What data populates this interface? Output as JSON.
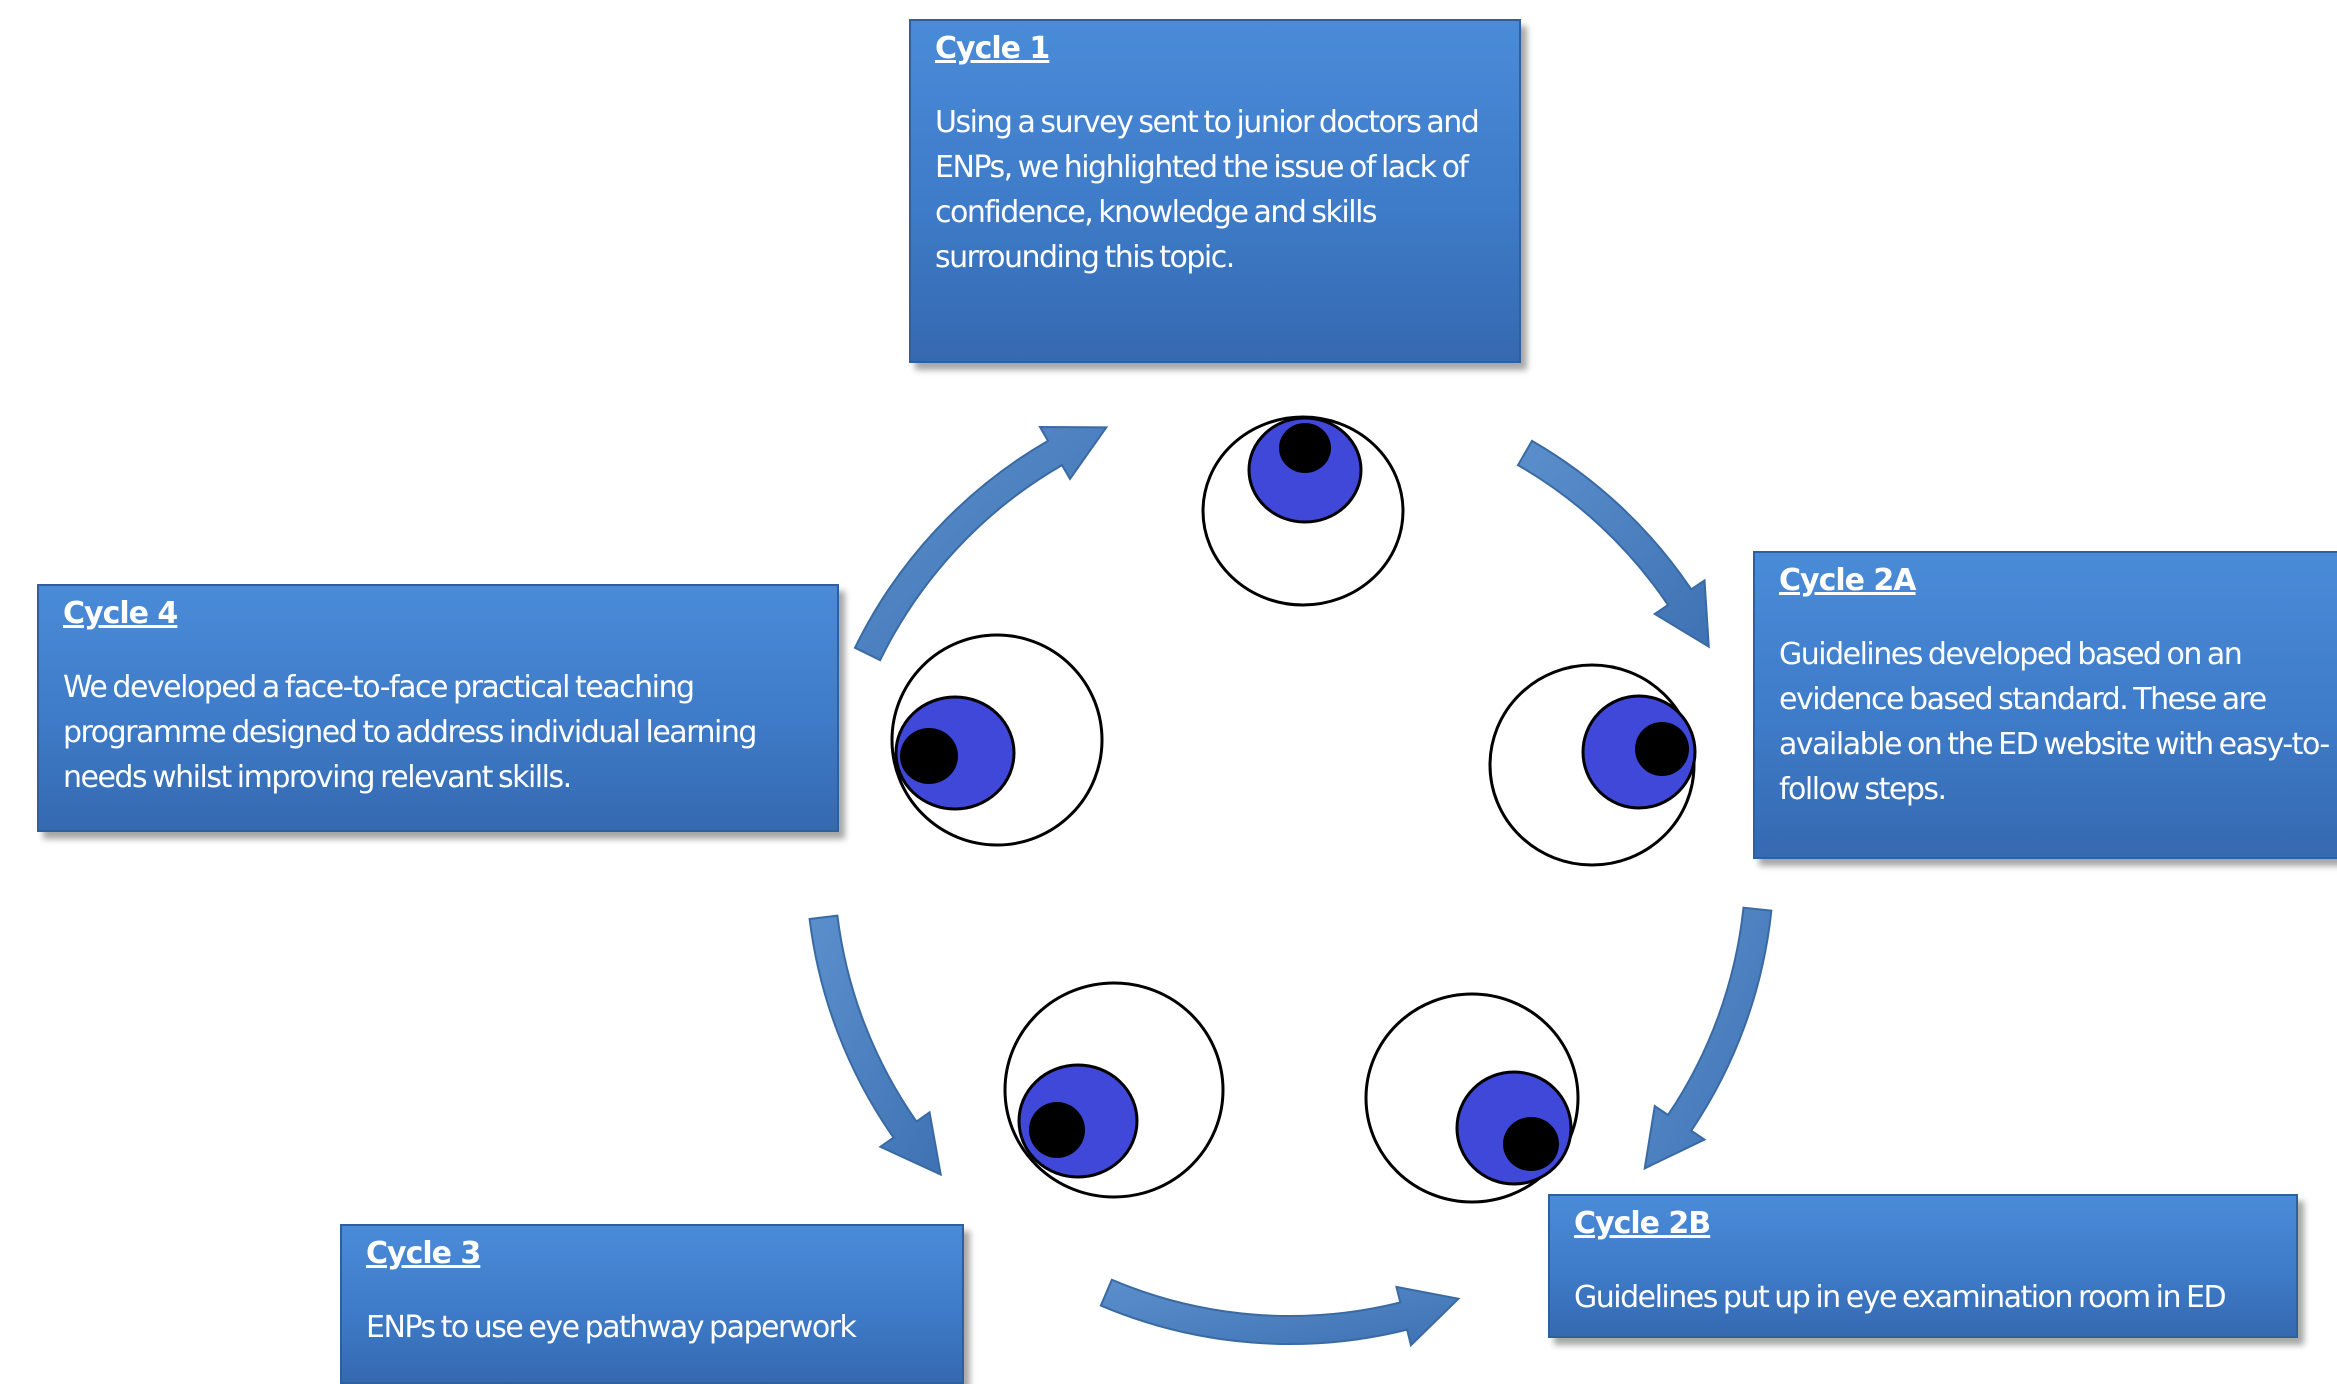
{
  "colors": {
    "box_fill": "#3e7bc8",
    "box_border": "#2e5f9e",
    "arrow_fill": "#4a7fbe",
    "arrow_stroke": "#3a6aa3",
    "iris": "#3f48d8",
    "pupil": "#000000",
    "eye_white": "#ffffff"
  },
  "icons": {
    "eye": "eye-icon",
    "arrow": "curved-arrow-icon"
  },
  "cycles": {
    "cycle_1": {
      "title": "Cycle 1",
      "text": "Using a survey sent to junior doctors and ENPs,  we highlighted the issue of lack of confidence, knowledge and skills surrounding this topic."
    },
    "cycle_2a": {
      "title": "Cycle 2A",
      "lines": [
        "Guidelines developed based on an",
        "evidence based standard. These are",
        "available on the ED website with easy-to-",
        "follow steps."
      ]
    },
    "cycle_2b": {
      "title": "Cycle 2B",
      "text": "Guidelines put up in eye examination room in ED"
    },
    "cycle_3": {
      "title": "Cycle 3",
      "text": "ENPs to use eye pathway paperwork"
    },
    "cycle_4": {
      "title": "Cycle 4",
      "text": "We developed a face-to-face practical teaching programme designed to address individual learning needs whilst improving  relevant skills."
    }
  }
}
